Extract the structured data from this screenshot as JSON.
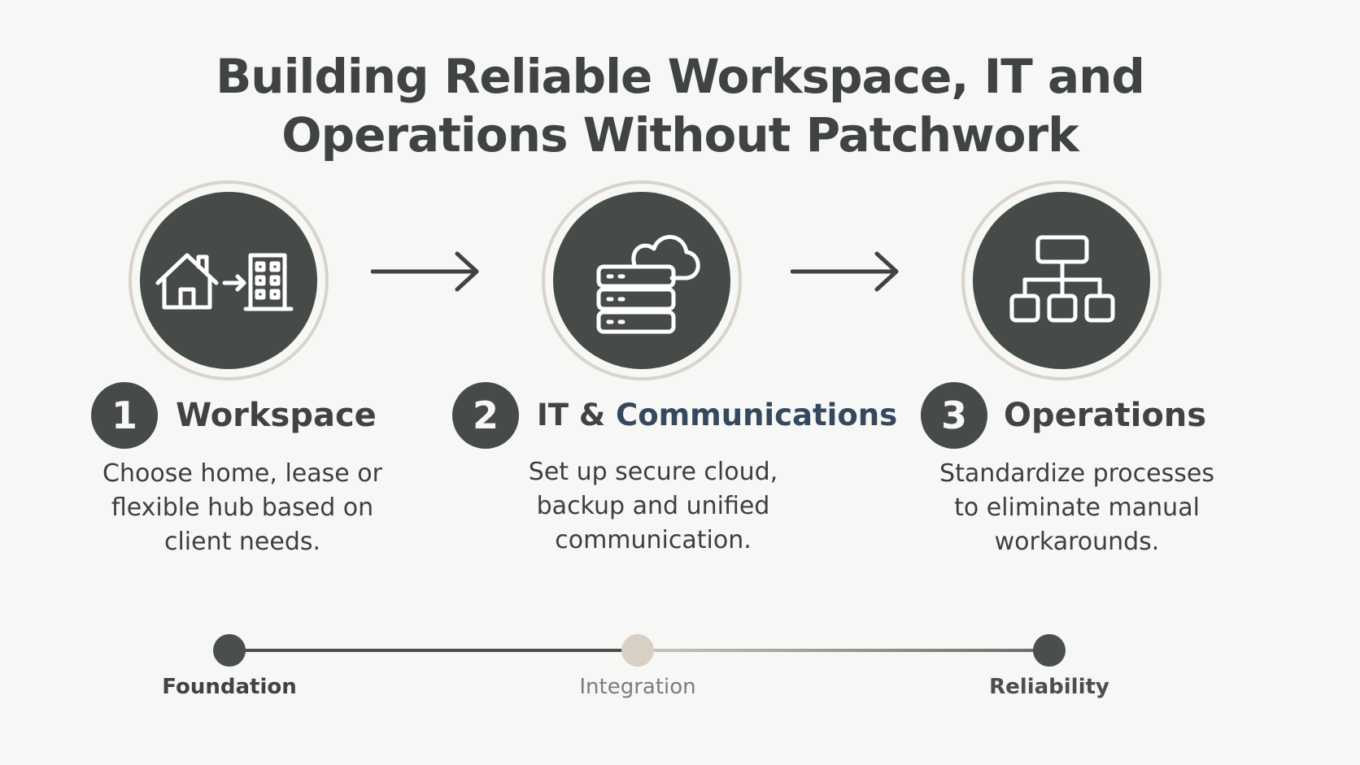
{
  "title": {
    "line1": "Building Reliable Workspace, IT and",
    "line2": "Operations Without Patchwork"
  },
  "steps": [
    {
      "number": "1",
      "title": "Workspace",
      "icon": "home-to-building-icon",
      "description": [
        "Choose home, lease or",
        "flexible hub based on",
        "client needs."
      ]
    },
    {
      "number": "2",
      "title_part1": "IT & ",
      "title_part2": "Communications",
      "icon": "cloud-server-icon",
      "description": [
        "Set up secure cloud,",
        "backup and unified",
        "communication."
      ]
    },
    {
      "number": "3",
      "title": "Operations",
      "icon": "org-chart-icon",
      "description": [
        "Standardize processes",
        "to eliminate manual",
        "workarounds."
      ]
    }
  ],
  "timeline": [
    {
      "label": "Foundation",
      "color": "#4a4f4c"
    },
    {
      "label": "Integration",
      "color": "#d8d0c4"
    },
    {
      "label": "Reliability",
      "color": "#4a4f4c"
    }
  ],
  "colors": {
    "dark": "#474b48",
    "ring": "#d9d3c9",
    "background": "#f7f7f5",
    "accent": "#34495e"
  }
}
